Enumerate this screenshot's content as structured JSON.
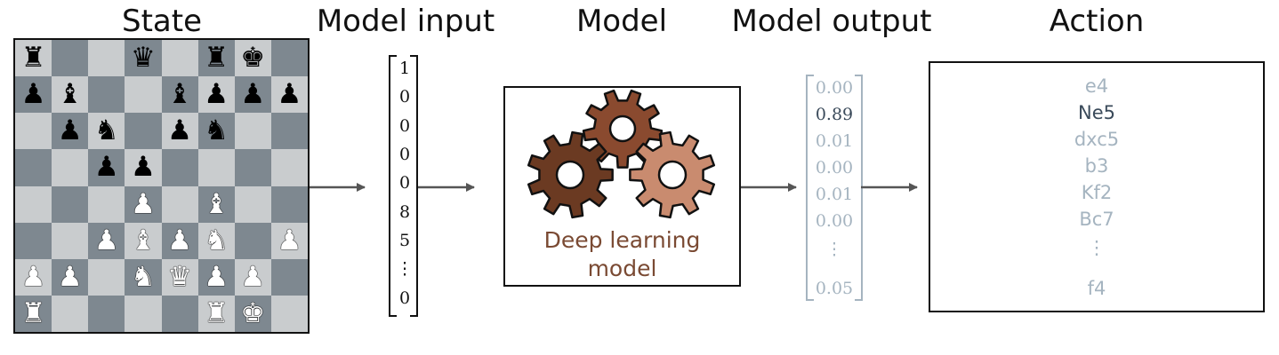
{
  "titles": {
    "state": "State",
    "model_input": "Model input",
    "model": "Model",
    "model_output": "Model output",
    "action": "Action"
  },
  "board": {
    "light_color": "#c9ccce",
    "dark_color": "#7e8890",
    "rows": [
      [
        "br",
        "",
        "",
        "bq",
        "",
        "br",
        "bk",
        ""
      ],
      [
        "bp",
        "bb",
        "",
        "",
        "bb",
        "bp",
        "bp",
        "bp"
      ],
      [
        "",
        "bp",
        "bn",
        "",
        "bp",
        "bn",
        "",
        ""
      ],
      [
        "",
        "",
        "bp",
        "bp",
        "",
        "",
        "",
        ""
      ],
      [
        "",
        "",
        "",
        "wp",
        "",
        "wb",
        "",
        ""
      ],
      [
        "",
        "",
        "wp",
        "wb",
        "wp",
        "wn",
        "",
        "wp"
      ],
      [
        "wp",
        "wp",
        "",
        "wn",
        "wq",
        "wp",
        "wp",
        ""
      ],
      [
        "wr",
        "",
        "",
        "",
        "",
        "wr",
        "wk",
        ""
      ]
    ]
  },
  "model_input": {
    "values": [
      "1",
      "0",
      "0",
      "0",
      "0",
      "8",
      "5",
      "⋮",
      "0"
    ]
  },
  "model": {
    "label_line1": "Deep learning",
    "label_line2": "model",
    "gear_colors": [
      "#8a4a2f",
      "#6b3a22",
      "#c98b6f"
    ]
  },
  "model_output": {
    "values": [
      "0.00",
      "0.89",
      "0.01",
      "0.00",
      "0.01",
      "0.00",
      "⋮",
      "0.05"
    ],
    "selected_index": 1
  },
  "action": {
    "moves": [
      "e4",
      "Ne5",
      "dxc5",
      "b3",
      "Kf2",
      "Bc7",
      "⋮",
      "f4"
    ],
    "selected_index": 1
  },
  "colors": {
    "faded_text": "#a5b4c0",
    "selected_text": "#3a4a5a",
    "arrow": "#555555"
  }
}
